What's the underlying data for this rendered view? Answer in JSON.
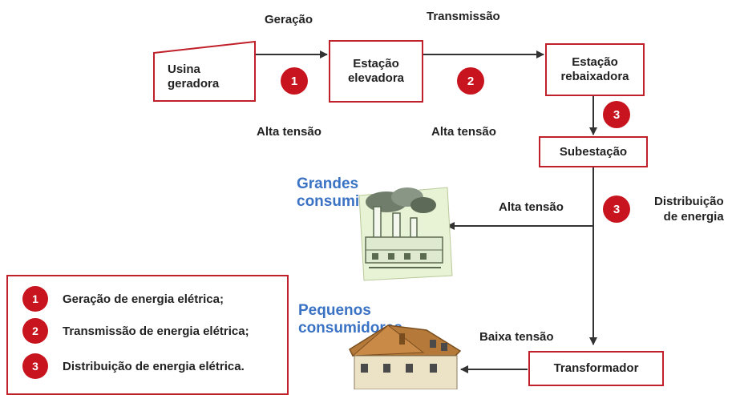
{
  "top_labels": {
    "generation": "Geração",
    "transmission": "Transmissão"
  },
  "voltage_labels": {
    "high_1": "Alta tensão",
    "high_2": "Alta tensão",
    "high_3": "Alta tensão",
    "low": "Baixa tensão"
  },
  "boxes": {
    "plant_line1": "Usina",
    "plant_line2": "geradora",
    "stepup_line1": "Estação",
    "stepup_line2": "elevadora",
    "stepdown_line1": "Estação",
    "stepdown_line2": "rebaixadora",
    "substation": "Subestação",
    "transformer": "Transformador"
  },
  "badges": {
    "b1": "1",
    "b2": "2",
    "b3a": "3",
    "b3b": "3"
  },
  "distribution": {
    "line1": "Distribuição",
    "line2": "de energia"
  },
  "consumers": {
    "large_line1": "Grandes",
    "large_line2": "consumidores",
    "small_line1": "Pequenos",
    "small_line2": "consumidores"
  },
  "legend": {
    "items": [
      {
        "num": "1",
        "text": "Geração de energia elétrica;"
      },
      {
        "num": "2",
        "text": "Transmissão de energia elétrica;"
      },
      {
        "num": "3",
        "text": "Distribuição de energia elétrica."
      }
    ]
  },
  "colors": {
    "accent_red": "#c8141e",
    "box_border": "#c0202a",
    "consumer_blue": "#3b73c4",
    "line": "#333333"
  }
}
